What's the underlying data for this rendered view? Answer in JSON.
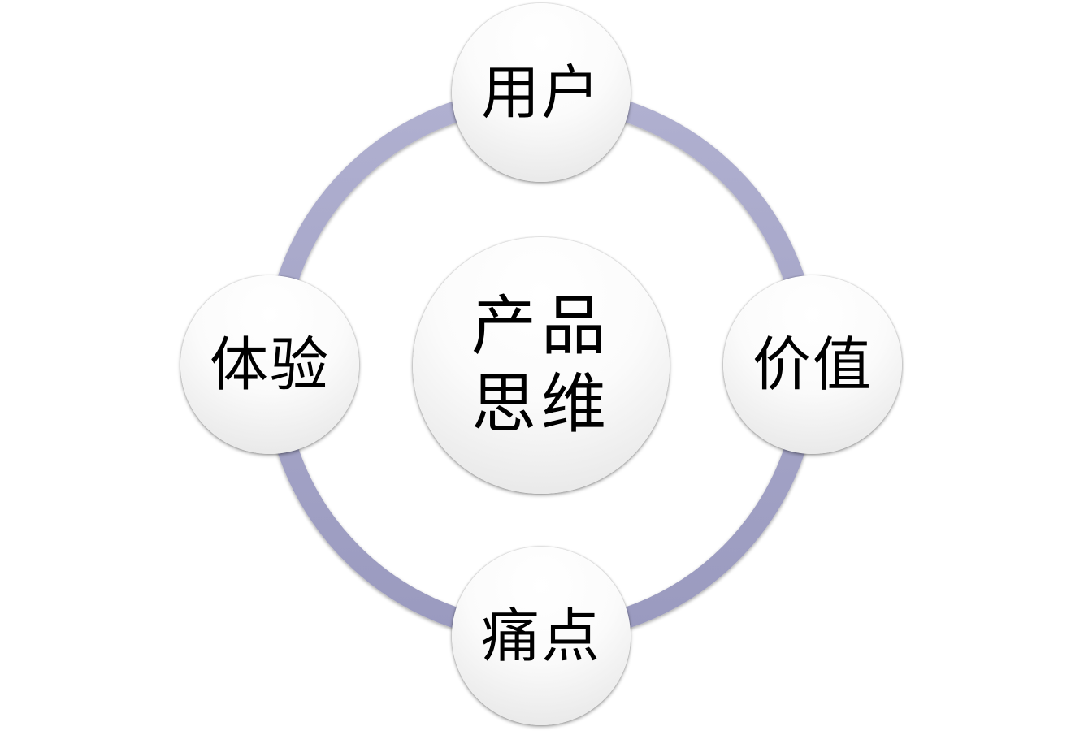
{
  "diagram": {
    "center": {
      "line1": "产品",
      "line2": "思维"
    },
    "nodes": {
      "top": "用户",
      "right": "价值",
      "bottom": "痛点",
      "left": "体验"
    },
    "colors": {
      "ring": "#a6a6c8",
      "ring_dark": "#9696bd",
      "node_fill": "#f6f6f6",
      "text": "#000000"
    }
  }
}
